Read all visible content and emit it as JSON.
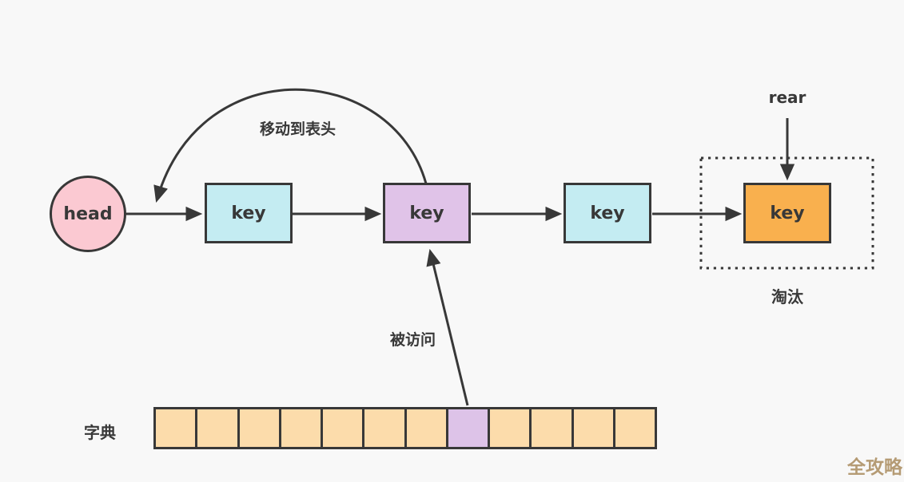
{
  "canvas": {
    "background": "#f8f8f8",
    "stroke_color": "#383838",
    "text_color": "#383838"
  },
  "linked_list": {
    "head": {
      "label": "head",
      "fill": "#fbc9d2"
    },
    "nodes": [
      {
        "label": "key",
        "fill": "#c4ecf2",
        "role": "normal-1"
      },
      {
        "label": "key",
        "fill": "#e0c3e8",
        "role": "accessed"
      },
      {
        "label": "key",
        "fill": "#c4ecf2",
        "role": "normal-2"
      },
      {
        "label": "key",
        "fill": "#f9b04e",
        "role": "to-evict"
      }
    ]
  },
  "annotations": {
    "move_to_head": "移动到表头",
    "accessed": "被访问",
    "rear": "rear",
    "evict": "淘汰"
  },
  "dictionary": {
    "label": "字典",
    "cell_count": 12,
    "highlighted_index": 7,
    "cell_fill": "#fcdcab",
    "highlighted_fill": "#ddc3e8"
  },
  "watermark": {
    "text": "全攻略",
    "color": "#b59b74"
  }
}
